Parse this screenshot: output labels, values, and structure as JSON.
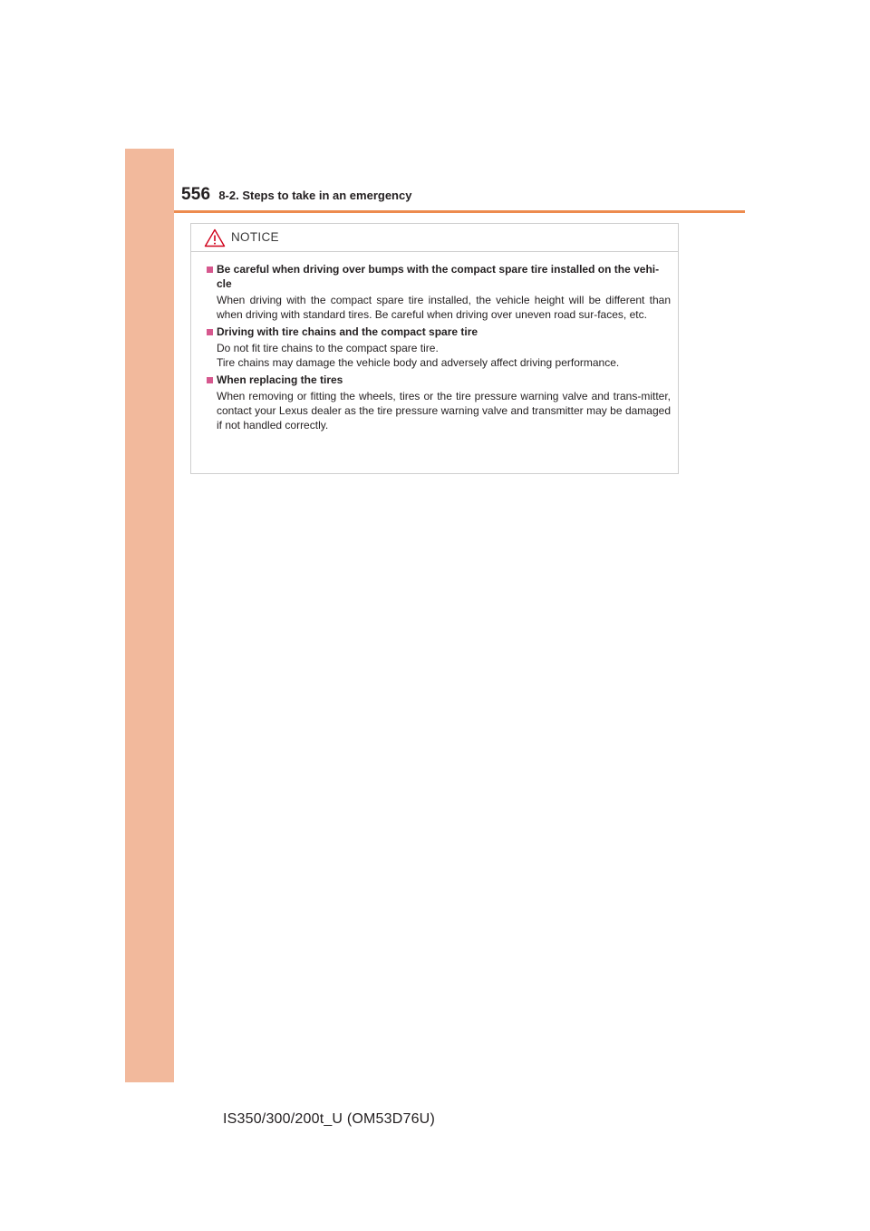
{
  "header": {
    "page_number": "556",
    "section_title": "8-2. Steps to take in an emergency"
  },
  "notice": {
    "label": "NOTICE",
    "icon": "warning-triangle-icon",
    "items": [
      {
        "heading": "Be careful when driving over bumps with the compact spare tire installed on the vehi-cle",
        "paragraphs": [
          "When driving with the compact spare tire installed, the vehicle height will be different than when driving with standard tires. Be careful when driving over uneven road sur-faces, etc."
        ]
      },
      {
        "heading": "Driving with tire chains and the compact spare tire",
        "paragraphs": [
          "Do not fit tire chains to the compact spare tire.",
          "Tire chains may damage the vehicle body and adversely affect driving performance."
        ]
      },
      {
        "heading": "When replacing the tires",
        "paragraphs": [
          "When removing or fitting the wheels, tires or the tire pressure warning valve and trans-mitter, contact your Lexus dealer as the tire pressure warning valve and transmitter may be damaged if not handled correctly."
        ]
      }
    ]
  },
  "footer": {
    "model": "IS350/300/200t_U (OM53D76U)"
  },
  "colors": {
    "side_tab": "#f2b99c",
    "header_rule": "#ed8b4e",
    "bullet": "#d6588e"
  }
}
